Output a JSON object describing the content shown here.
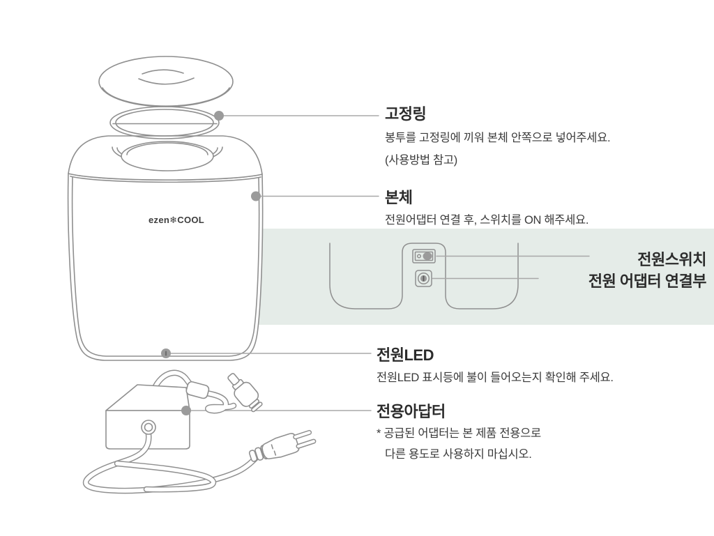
{
  "page": {
    "background": "#ffffff",
    "band_color": "#e5ece8",
    "stroke_color": "#8f8f8f",
    "leader_color": "#a8a8a8",
    "dot_color": "#9b9b9b",
    "title_color": "#2b2b2b",
    "text_color": "#3a3a3a"
  },
  "brand": {
    "logo": "ezen❄COOL"
  },
  "callouts": {
    "fixing_ring": {
      "title": "고정링",
      "line1": "봉투를 고정링에 끼워 본체 안쪽으로 넣어주세요.",
      "line2": "(사용방법 참고)"
    },
    "main_body": {
      "title": "본체",
      "line1": "전원어댑터 연결 후, 스위치를 ON 해주세요."
    },
    "power_switch": {
      "title": "전원스위치"
    },
    "adapter_port": {
      "title": "전원 어댑터 연결부"
    },
    "power_led": {
      "title": "전원LED",
      "line1": "전원LED 표시등에 불이 들어오는지 확인해 주세요."
    },
    "dedicated_adapter": {
      "title": "전용아답터",
      "line1": "* 공급된 어댑터는 본 제품 전용으로",
      "line2": "다른 용도로 사용하지 마십시오."
    }
  }
}
